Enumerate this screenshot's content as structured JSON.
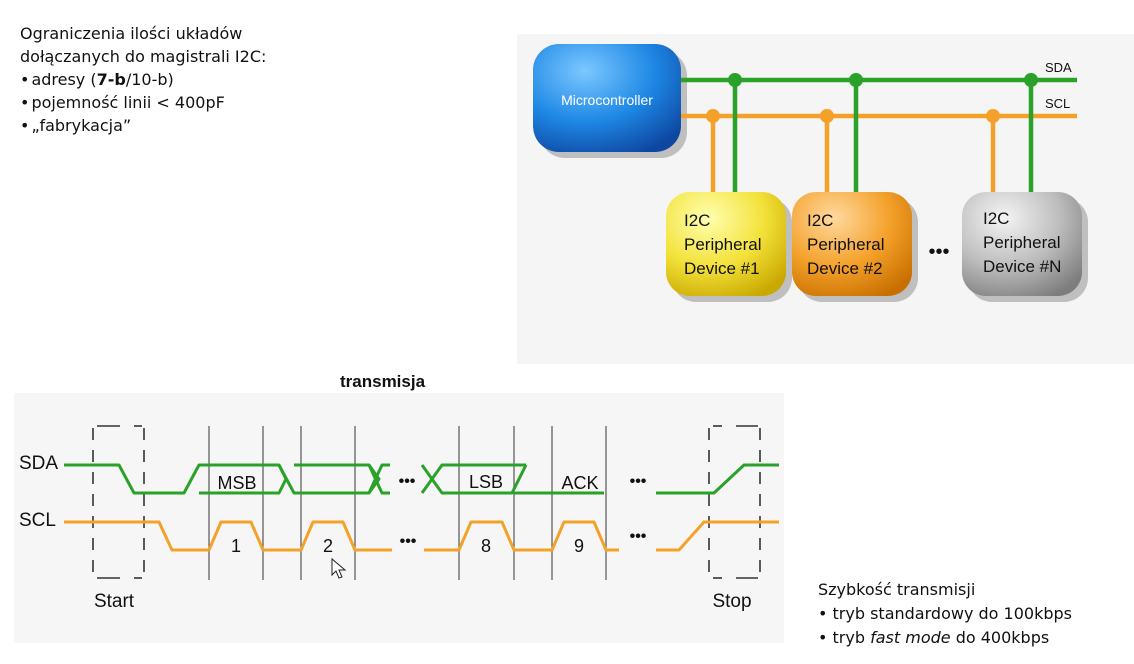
{
  "limits": {
    "heading_line1": "Ograniczenia ilości układów",
    "heading_line2": "dołączanych do magistrali I2C:",
    "bullet": "•",
    "item1_pre": "adresy (",
    "item1_bold": "7-b",
    "item1_post": "/10-b)",
    "item2": "pojemność linii < 400pF",
    "item3": "„fabrykacja”"
  },
  "bus_diagram": {
    "microcontroller_label": "Microcontroller",
    "sda_label": "SDA",
    "scl_label": "SCL",
    "device1_lines": [
      "I2C",
      "Peripheral",
      "Device #1"
    ],
    "device2_lines": [
      "I2C",
      "Peripheral",
      "Device #2"
    ],
    "deviceN_lines": [
      "I2C",
      "Peripheral",
      "Device #N"
    ],
    "ellipsis": "•••",
    "colors": {
      "sda": "#2aa22a",
      "scl": "#f4a12a",
      "micro": "#1e88e5",
      "device1": "#f3e23a",
      "device2": "#f4a12a",
      "deviceN": "#b5b5b5"
    }
  },
  "timing": {
    "title": "transmisja",
    "sda_label": "SDA",
    "scl_label": "SCL",
    "msb": "MSB",
    "lsb": "LSB",
    "ack": "ACK",
    "clock_numbers": [
      "1",
      "2",
      "8",
      "9"
    ],
    "ellipsis": "•••",
    "start": "Start",
    "stop": "Stop"
  },
  "speed": {
    "title": "Szybkość transmisji",
    "bullet": "•",
    "item1": "tryb standardowy do 100kbps",
    "item2_pre": "tryb ",
    "item2_italic": "fast mode",
    "item2_post": " do 400kbps"
  }
}
